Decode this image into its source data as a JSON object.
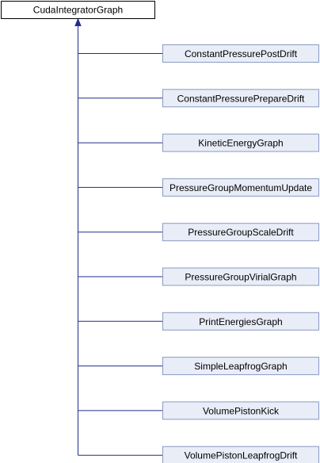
{
  "diagram": {
    "base_class": "CudaIntegratorGraph",
    "derived_classes": [
      "ConstantPressurePostDrift",
      "ConstantPressurePrepareDrift",
      "KineticEnergyGraph",
      "PressureGroupMomentumUpdate",
      "PressureGroupScaleDrift",
      "PressureGroupVirialGraph",
      "PrintEnergiesGraph",
      "SimpleLeapfrogGraph",
      "VolumePistonKick",
      "VolumePistonLeapfrogDrift"
    ],
    "colors": {
      "edge": "#1f2d8f",
      "derived_fill": "#e8edf7",
      "derived_border": "#8a9ac2",
      "base_fill": "#ffffff",
      "base_border": "#000000"
    }
  }
}
